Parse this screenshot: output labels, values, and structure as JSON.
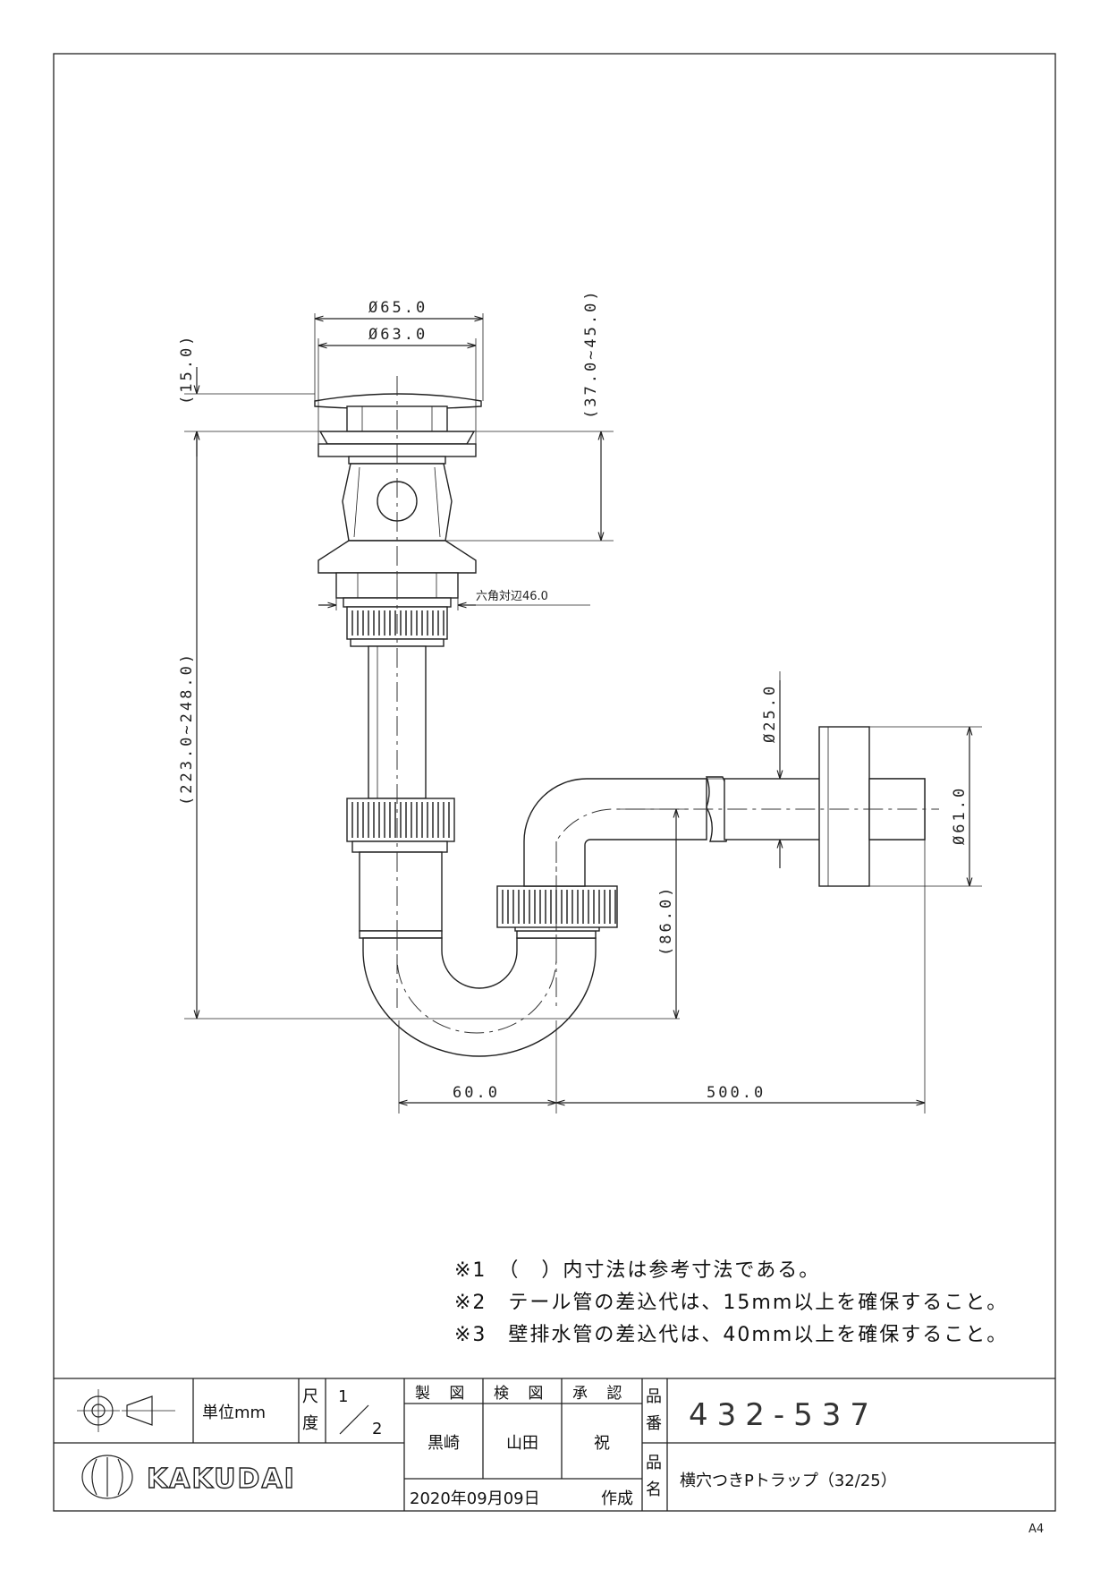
{
  "dimensions": {
    "d65": "Ø65.0",
    "d63": "Ø63.0",
    "h15": "(15.0)",
    "h37_45": "(37.0~45.0)",
    "hex46": "六角対辺46.0",
    "h223_248": "(223.0~248.0)",
    "d25": "Ø25.0",
    "d61": "Ø61.0",
    "h86": "(86.0)",
    "w60": "60.0",
    "w500": "500.0"
  },
  "notes": [
    "※1　（　）内寸法は参考寸法である。",
    "※2　テール管の差込代は、15mm以上を確保すること。",
    "※3　壁排水管の差込代は、40mm以上を確保すること。"
  ],
  "title_block": {
    "unit": "単位mm",
    "scale_label_1": "尺",
    "scale_label_2": "度",
    "scale_num": "1",
    "scale_den": "2",
    "col_drawn": "製 図",
    "col_checked": "検 図",
    "col_approved": "承 認",
    "drawn_by": "黒崎",
    "checked_by": "山田",
    "approved_by": "祝",
    "part_no_label_1": "品",
    "part_no_label_2": "番",
    "part_no": "432-537",
    "name_label_1": "品",
    "name_label_2": "名",
    "part_name": "横穴つきPトラップ（32/25）",
    "date": "2020年09月09日",
    "date_suffix": "作成",
    "brand": "KAKUDAI"
  },
  "sheet_size": "A4",
  "icons": {
    "projection": "third-angle-projection-icon",
    "logo": "kakudai-logo-icon"
  }
}
